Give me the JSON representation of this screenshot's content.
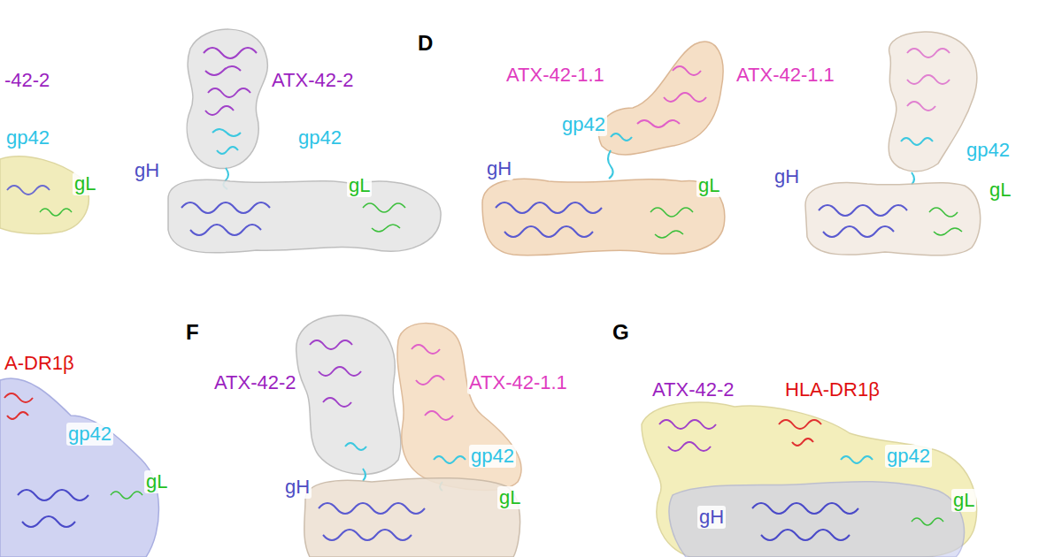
{
  "diagram": {
    "labels": [
      "-42-2",
      "ATX-42-2",
      "D",
      "ATX-42-1.1",
      "ATX-42-1.1",
      "gp42",
      "gp42",
      "gp42",
      "gp42",
      "gL",
      "gH",
      "gL",
      "gH",
      "gL",
      "gH",
      "gL",
      "A-DR1β",
      "F",
      "G",
      "ATX-42-2",
      "ATX-42-1.1",
      "ATX-42-2",
      "HLA-DR1β",
      "gp42",
      "gp42",
      "gp42",
      "gL",
      "gH",
      "gL",
      "gL",
      "gH"
    ]
  }
}
